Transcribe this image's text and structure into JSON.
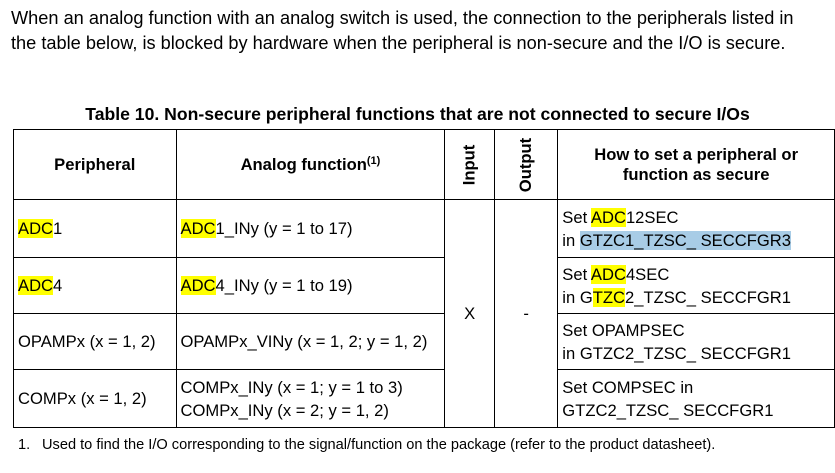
{
  "intro_text": "When an analog function with an analog switch is used, the connection to the peripherals listed in the table below, is blocked by hardware when the peripheral is non-secure and the I/O is secure.",
  "table": {
    "caption": "Table 10. Non-secure peripheral functions that are not connected to secure I/Os",
    "headers": {
      "peripheral": "Peripheral",
      "analog_function": "Analog function",
      "analog_function_note": "(1)",
      "input": "Input",
      "output": "Output",
      "how_to": "How to set a peripheral or function as secure"
    },
    "input_value": "X",
    "output_value": "-",
    "rows": [
      {
        "peripheral_hl": "ADC",
        "peripheral_rest": "1",
        "func_line1_hl": "ADC",
        "func_line1_rest": "1_INy (y = 1 to 17)",
        "how_line1_pre": "Set ",
        "how_line1_hl": "ADC",
        "how_line1_post": "12SEC",
        "how_line2_pre": "in ",
        "how_line2_sel": "GTZC1_TZSC_ SECCFGR3"
      },
      {
        "peripheral_hl": "ADC",
        "peripheral_rest": "4",
        "func_line1_hl": "ADC",
        "func_line1_rest": "4_INy (y = 1 to 19)",
        "how_line1_pre": "Set ",
        "how_line1_hl": "ADC",
        "how_line1_post": "4SEC",
        "how_line2_pre": "in G",
        "how_line2_hl": "TZC",
        "how_line2_post": "2_TZSC_ SECCFGR1"
      },
      {
        "peripheral": "OPAMPx (x = 1, 2)",
        "func_line1": "OPAMPx_VINy (x = 1, 2; y = 1, 2)",
        "how_line1": "Set OPAMPSEC",
        "how_line2": "in GTZC2_TZSC_ SECCFGR1"
      },
      {
        "peripheral": "COMPx (x = 1, 2)",
        "func_line1": "COMPx_INy (x = 1; y = 1 to 3)",
        "func_line2": "COMPx_INy (x = 2; y = 1, 2)",
        "how_line1": "Set COMPSEC in",
        "how_line2": "GTZC2_TZSC_ SECCFGR1"
      }
    ]
  },
  "footnote": {
    "number": "1.",
    "text": "Used to find the I/O corresponding to the signal/function on the package (refer to the product datasheet)."
  }
}
